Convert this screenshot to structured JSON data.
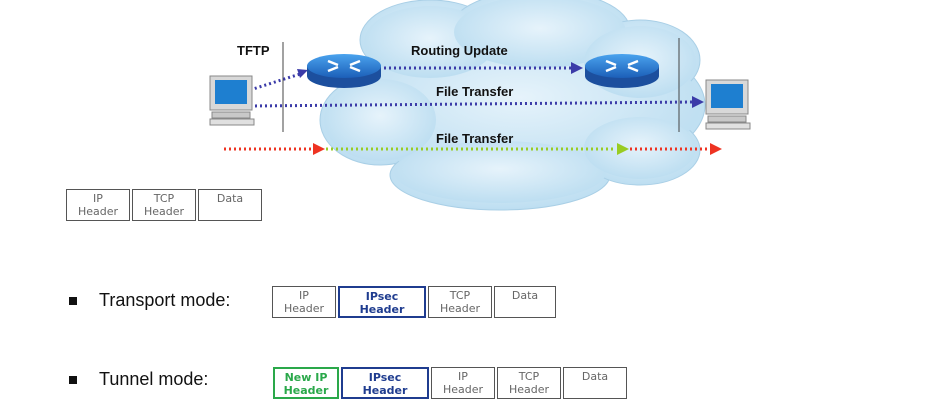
{
  "labels": {
    "tftp": "TFTP",
    "routing_update": "Routing Update",
    "file_transfer_1": "File Transfer",
    "file_transfer_2": "File Transfer"
  },
  "colors": {
    "cloud": "#cfe6f5",
    "blue_arrow": "#3b3ba8",
    "red_arrow": "#ee3322",
    "green_arrow": "#99cc22",
    "ipsec": "#1f3c8f",
    "new_ip": "#2aa84a"
  },
  "packets": {
    "original": [
      {
        "line1": "IP",
        "line2": "Header"
      },
      {
        "line1": "TCP",
        "line2": "Header"
      },
      {
        "line1": "Data",
        "line2": ""
      }
    ],
    "transport": [
      {
        "line1": "IP",
        "line2": "Header"
      },
      {
        "line1": "IPsec",
        "line2": "Header"
      },
      {
        "line1": "TCP",
        "line2": "Header"
      },
      {
        "line1": "Data",
        "line2": ""
      }
    ],
    "tunnel": [
      {
        "line1": "New IP",
        "line2": "Header"
      },
      {
        "line1": "IPsec",
        "line2": "Header"
      },
      {
        "line1": "IP",
        "line2": "Header"
      },
      {
        "line1": "TCP",
        "line2": "Header"
      },
      {
        "line1": "Data",
        "line2": ""
      }
    ]
  },
  "modes": {
    "transport_label": "Transport mode:",
    "tunnel_label": "Tunnel mode:"
  }
}
